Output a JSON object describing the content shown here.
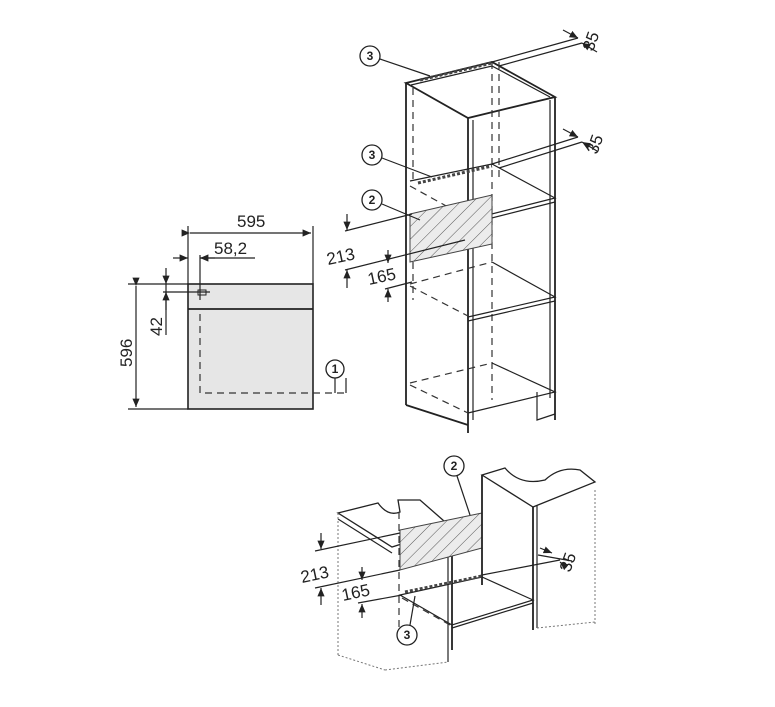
{
  "oven_front": {
    "width_label": "595",
    "offset_label": "58,2",
    "height_label": "596",
    "top_offset_label": "42",
    "callout_1": "1"
  },
  "tall_cabinet": {
    "callout_top": "3",
    "callout_mid": "3",
    "callout_hatch": "2",
    "gap_top_label": "35",
    "gap_mid_label": "35",
    "dim_213": "213",
    "dim_165": "165"
  },
  "base_cabinet": {
    "callout_hatch": "2",
    "callout_shelf": "3",
    "gap_label": "35",
    "dim_213": "213",
    "dim_165": "165"
  },
  "colors": {
    "line": "#222222",
    "panel_fill": "#e6e6e6"
  }
}
